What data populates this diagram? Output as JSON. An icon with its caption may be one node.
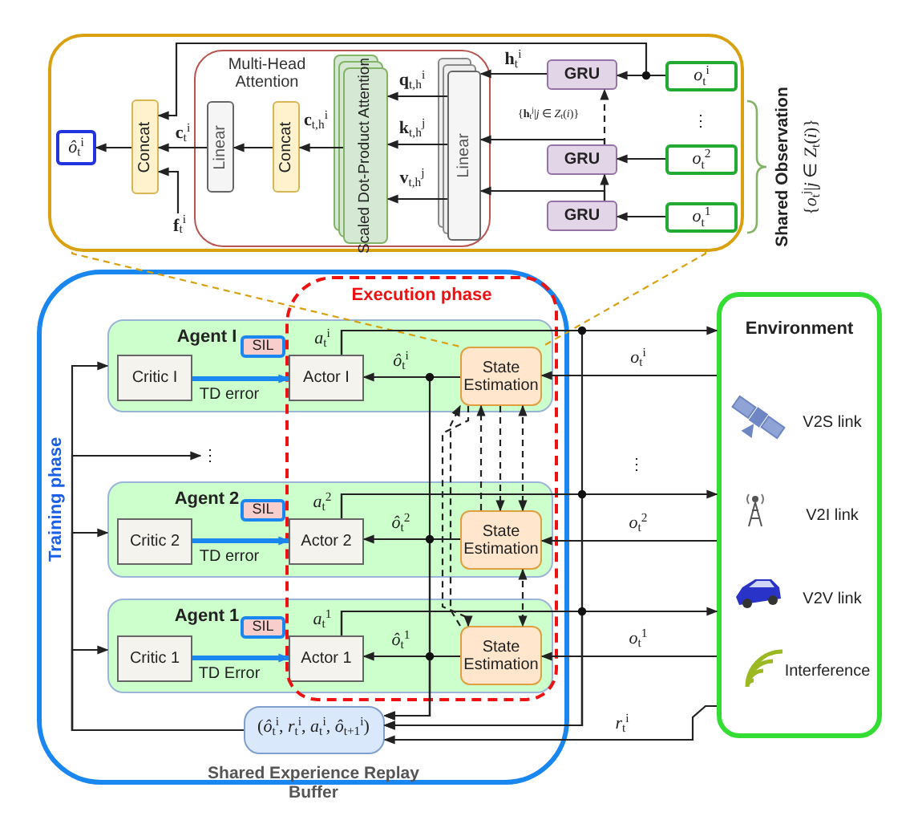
{
  "diagram": {
    "nodes": [
      {
        "text": [],
        "shape": "box"
      },
      {
        "text": [
          "*ô*$_{t}$$^{i}$"
        ],
        "in": 0
      },
      {
        "text": [
          "Concat"
        ],
        "in": 0
      },
      {
        "text": [
          "Multi-Head Attention"
        ],
        "in": 0
      },
      {
        "text": [
          "Linear"
        ],
        "in": 3
      },
      {
        "text": [
          "Concat"
        ],
        "in": 3
      },
      {
        "text": [
          "Scaled Dot-Product Attention"
        ],
        "in": 3
      },
      {
        "text": [
          "Linear"
        ],
        "in": 3
      },
      {
        "text": [
          "GRU"
        ],
        "in": 0
      },
      {
        "text": [
          "GRU"
        ],
        "in": 0
      },
      {
        "text": [
          "GRU"
        ],
        "in": 0
      },
      {
        "text": [
          "*o*$_{t}$$^{i}$"
        ],
        "in": 0
      },
      {
        "text": [
          "*o*$_{t}$$^{2}$"
        ],
        "in": 0
      },
      {
        "text": [
          "*o*$_{t}$$^{1}$"
        ],
        "in": 0
      },
      {
        "text": [
          "**f**$_{t}$$^{i}$"
        ],
        "in": 0
      },
      {
        "text": [
          "Training phase"
        ]
      },
      {
        "text": [
          "Agent I"
        ],
        "in": 15
      },
      {
        "text": [
          "SIL"
        ],
        "in": 16
      },
      {
        "text": [
          "Critic I"
        ],
        "in": 16
      },
      {
        "text": [
          "Actor I"
        ],
        "in": 16
      },
      {
        "text": [
          "State Estimation"
        ],
        "in": 16
      },
      {
        "text": [
          "⋮"
        ],
        "in": 15
      },
      {
        "text": [
          "Agent 2"
        ],
        "in": 15
      },
      {
        "text": [
          "SIL"
        ],
        "in": 22
      },
      {
        "text": [
          "Critic 2"
        ],
        "in": 22
      },
      {
        "text": [
          "Actor 2"
        ],
        "in": 22
      },
      {
        "text": [
          "State Estimation"
        ],
        "in": 22
      },
      {
        "text": [
          "Agent 1"
        ],
        "in": 15
      },
      {
        "text": [
          "SIL"
        ],
        "in": 27
      },
      {
        "text": [
          "Critic 1"
        ],
        "in": 27
      },
      {
        "text": [
          "Actor 1"
        ],
        "in": 27
      },
      {
        "text": [
          "State Estimation"
        ],
        "in": 27
      },
      {
        "text": [
          "(*ô*$_{t}$$^{i}$, *r*$_{t}$$^{i}$, *a*$_{t}$$^{i}$, *ô*$_{t+1}$$^{i}$)",
          "Shared Experience Replay Buffer"
        ],
        "in": 15
      },
      {
        "text": [
          "Environment",
          "V2S link",
          "V2I link",
          "V2V link",
          "Interference"
        ]
      }
    ],
    "edges": [
      {
        "from": 11,
        "to": 8,
        "arrow": "to"
      },
      {
        "from": 11,
        "to": 2,
        "arrow": "to"
      },
      {
        "from": 14,
        "to": 2,
        "arrow": "to"
      },
      {
        "from": 2,
        "to": 1,
        "arrow": "to"
      },
      {
        "from": 4,
        "to": 2,
        "arrow": "to",
        "label": "**c**$_{t}$$^{i}$"
      },
      {
        "from": 5,
        "to": 4,
        "arrow": "to"
      },
      {
        "from": 6,
        "to": 5,
        "arrow": "to",
        "label": "**c**$_{t,h}$$^{i}$"
      },
      {
        "from": 7,
        "to": 6,
        "arrow": "to",
        "label": "**q**$_{t,h}$$^{i}$"
      },
      {
        "from": 7,
        "to": 6,
        "arrow": "to",
        "label": "**k**$_{t,h}$$^{j}$"
      },
      {
        "from": 7,
        "to": 6,
        "arrow": "to",
        "label": "**v**$_{t,h}$$^{j}$"
      },
      {
        "from": 8,
        "to": 7,
        "arrow": "to",
        "label": "**h**$_{t}$$^{i}$"
      },
      {
        "from": 9,
        "to": 7,
        "arrow": "to"
      },
      {
        "from": 10,
        "to": 7,
        "arrow": "to"
      },
      {
        "from": 10,
        "to": 9,
        "arrow": "to"
      },
      {
        "from": 9,
        "to": 8,
        "arrow": "to",
        "style": "dashed",
        "label": "{**h**$_{t}$$^{j}$|*j* ∈ *Z*$_{t}$(*i*)}"
      },
      {
        "from": 12,
        "to": 9,
        "arrow": "to"
      },
      {
        "from": 13,
        "to": 10,
        "arrow": "to"
      },
      {
        "from": 0,
        "to": 20,
        "arrow": "none",
        "style": "dashed",
        "color": "#d9a010"
      },
      {
        "from": 0,
        "to": 20,
        "arrow": "none",
        "style": "dashed",
        "color": "#d9a010"
      },
      {
        "from": 18,
        "to": 19,
        "arrow": "to",
        "label": "TD error",
        "style": "thick",
        "color": "#1a86f0"
      },
      {
        "from": 24,
        "to": 25,
        "arrow": "to",
        "label": "TD error",
        "style": "thick",
        "color": "#1a86f0"
      },
      {
        "from": 29,
        "to": 30,
        "arrow": "to",
        "label": "TD Error",
        "style": "thick",
        "color": "#1a86f0"
      },
      {
        "from": 20,
        "to": 19,
        "arrow": "to",
        "label": "*ô*$_{t}$$^{i}$"
      },
      {
        "from": 26,
        "to": 25,
        "arrow": "to",
        "label": "*ô*$_{t}$$^{2}$"
      },
      {
        "from": 31,
        "to": 30,
        "arrow": "to",
        "label": "*ô*$_{t}$$^{1}$"
      },
      {
        "from": 19,
        "to": 33,
        "arrow": "to",
        "label": "*a*$_{t}$$^{i}$"
      },
      {
        "from": 25,
        "to": 33,
        "arrow": "to",
        "label": "*a*$_{t}$$^{2}$"
      },
      {
        "from": 30,
        "to": 33,
        "arrow": "to",
        "label": "*a*$_{t}$$^{1}$"
      },
      {
        "from": 33,
        "to": 20,
        "arrow": "to",
        "label": "*o*$_{t}$$^{i}$"
      },
      {
        "from": 33,
        "to": 26,
        "arrow": "to",
        "label": "*o*$_{t}$$^{2}$"
      },
      {
        "from": 33,
        "to": 31,
        "arrow": "to",
        "label": "*o*$_{t}$$^{1}$"
      },
      {
        "from": 33,
        "to": 32,
        "arrow": "to",
        "label": "*r*$_{t}$$^{i}$"
      },
      {
        "from": 19,
        "to": 32,
        "arrow": "to"
      },
      {
        "from": 25,
        "to": 32,
        "arrow": "to"
      },
      {
        "from": 30,
        "to": 32,
        "arrow": "to"
      },
      {
        "from": 20,
        "to": 32,
        "arrow": "to"
      },
      {
        "from": 26,
        "to": 32,
        "arrow": "to"
      },
      {
        "from": 31,
        "to": 32,
        "arrow": "to"
      },
      {
        "from": 32,
        "to": 16,
        "arrow": "to"
      },
      {
        "from": 32,
        "to": 21,
        "arrow": "to"
      },
      {
        "from": 32,
        "to": 22,
        "arrow": "to"
      },
      {
        "from": 32,
        "to": 27,
        "arrow": "to"
      },
      {
        "from": 26,
        "to": 20,
        "arrow": "to",
        "style": "dashed"
      },
      {
        "from": 20,
        "to": 26,
        "arrow": "to",
        "style": "dashed"
      },
      {
        "from": 20,
        "to": 26,
        "arrow": "both",
        "style": "dashed"
      },
      {
        "from": 31,
        "to": 20,
        "arrow": "to",
        "style": "dashed"
      },
      {
        "from": 20,
        "to": 31,
        "arrow": "to",
        "style": "dashed"
      },
      {
        "from": 26,
        "to": 31,
        "arrow": "both",
        "style": "dashed"
      }
    ],
    "labels": [
      "⋮",
      "Shared Observation",
      "{*o*$_{t}$$^{j}$|*j* ∈ *Z*$_{t}$(*i*)}",
      "Execution phase",
      "⋮"
    ]
  }
}
